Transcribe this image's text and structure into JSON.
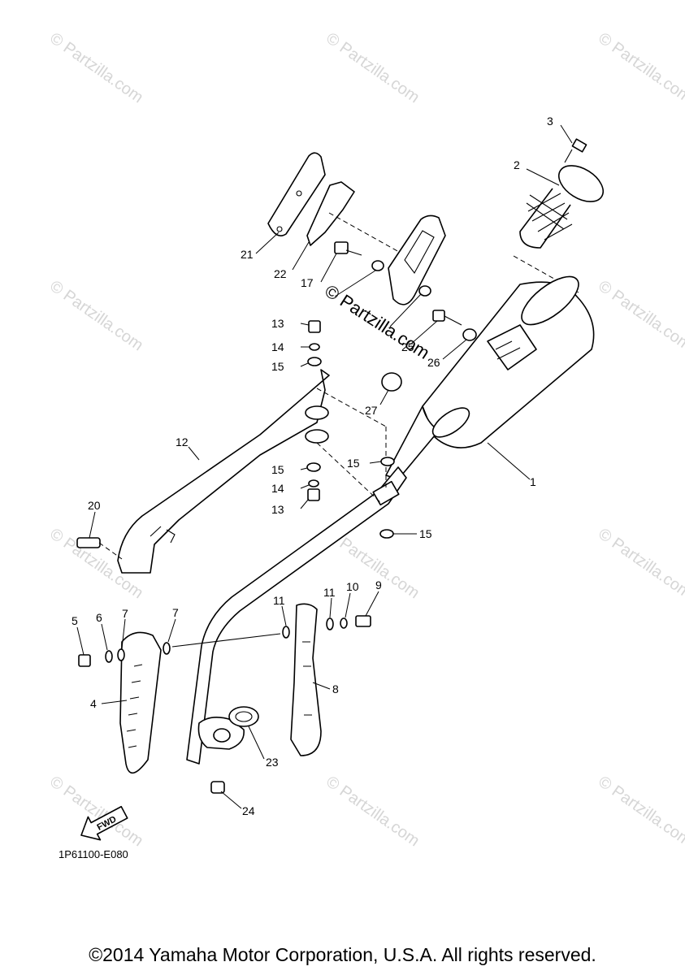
{
  "watermark": {
    "text": "© Partzilla.com",
    "center_text": "© Partzilla.com"
  },
  "callouts": {
    "p1": "1",
    "p2": "2",
    "p3": "3",
    "p4": "4",
    "p5": "5",
    "p6": "6",
    "p7a": "7",
    "p7b": "7",
    "p8": "8",
    "p9": "9",
    "p10": "10",
    "p11a": "11",
    "p11b": "11",
    "p12": "12",
    "p13a": "13",
    "p13b": "13",
    "p14a": "14",
    "p14b": "14",
    "p15a": "15",
    "p15b": "15",
    "p15c": "15",
    "p15d": "15",
    "p17": "17",
    "p20": "20",
    "p21": "21",
    "p22": "22",
    "p23": "23",
    "p24": "24",
    "p25": "25",
    "p26": "26",
    "p27": "27"
  },
  "fwd_label": "FWD",
  "diagram_code": "1P61100-E080",
  "copyright": "©2014 Yamaha Motor Corporation, U.S.A. All rights reserved.",
  "colors": {
    "line": "#000000",
    "watermark": "#d6d6d6",
    "background": "#ffffff"
  }
}
